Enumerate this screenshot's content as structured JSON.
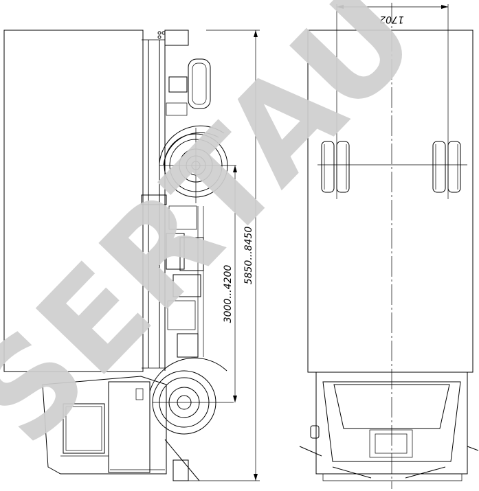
{
  "dimensions": {
    "track_width": "1702",
    "overall_length": "5850...8450",
    "wheelbase": "3000...4200"
  },
  "watermark": {
    "text": "SERTAU",
    "color": "#c8c8c8"
  },
  "icons": [
    "truck-side-view-drawing",
    "truck-top-view-drawing",
    "wheel-icon"
  ]
}
